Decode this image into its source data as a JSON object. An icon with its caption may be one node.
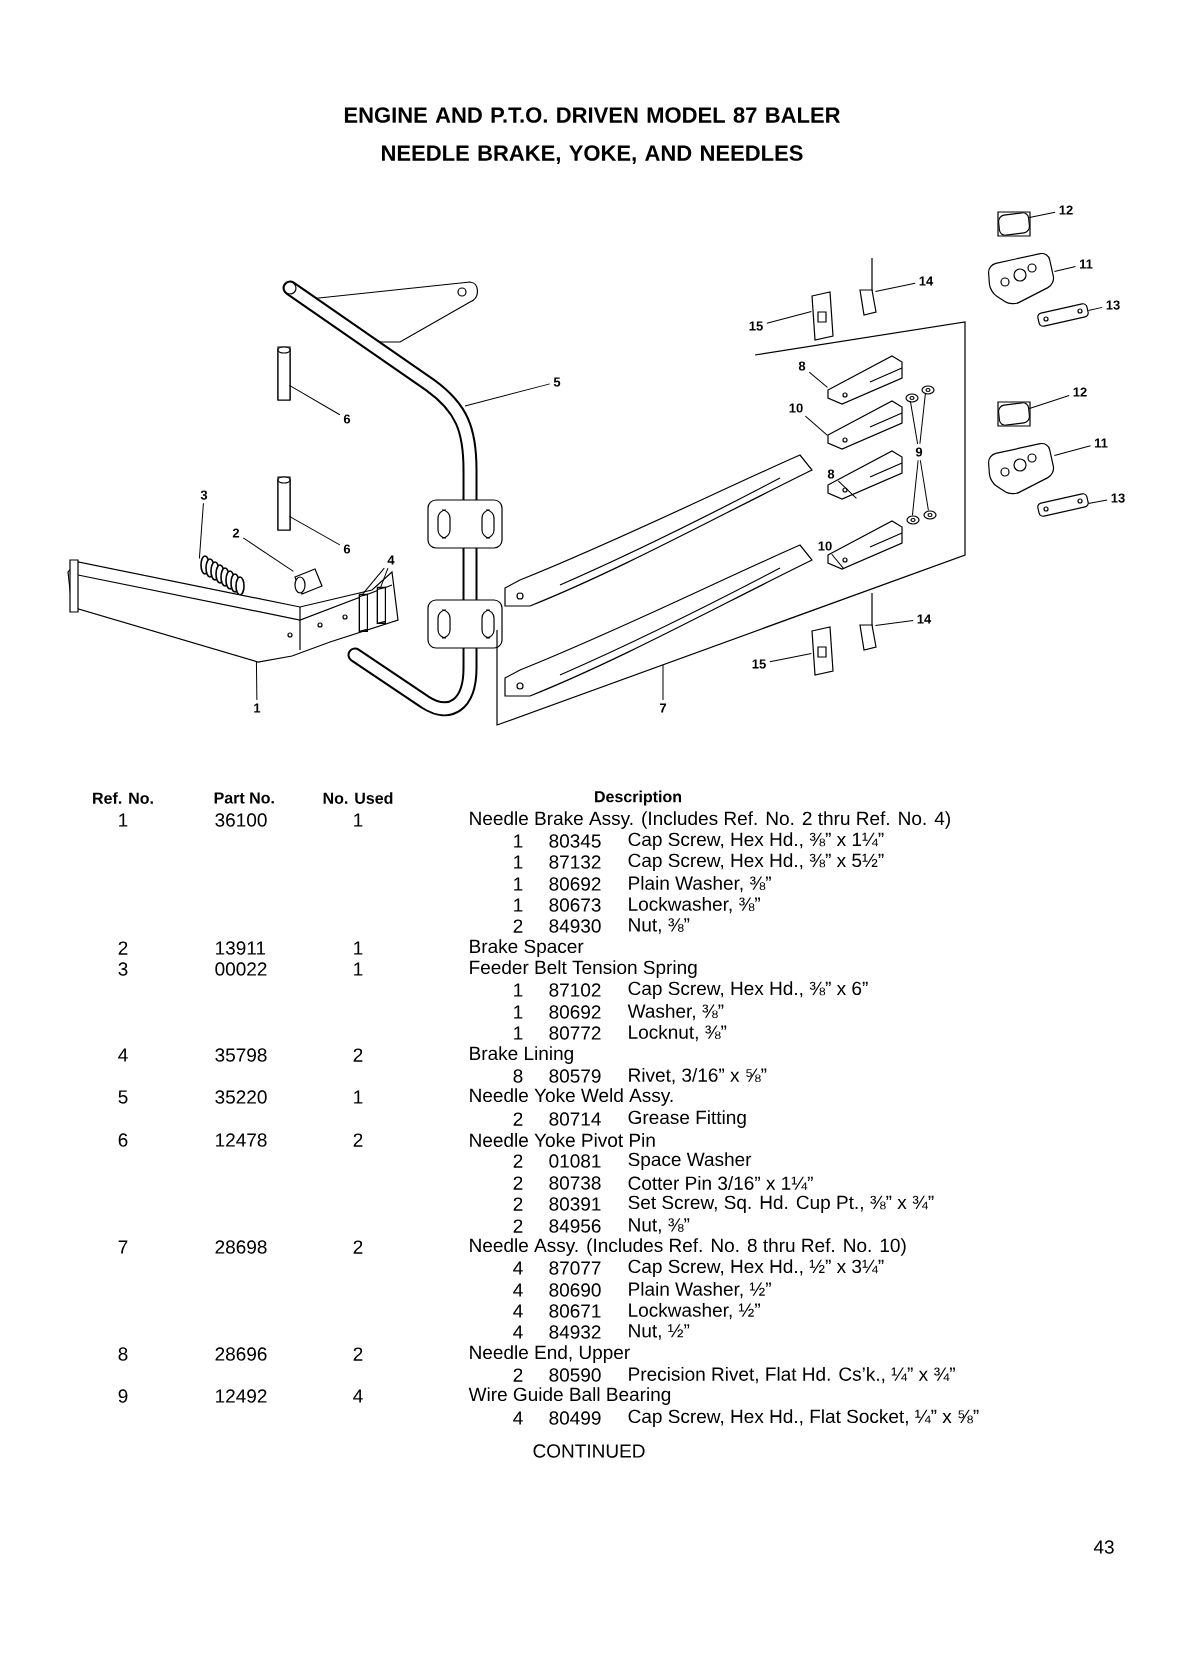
{
  "diagram": {
    "title": "ENGINE AND P.T.O. DRIVEN MODEL 87 BALER NEEDLE BRAKE, YOKE, AND NEEDLES",
    "nodes": [
      {
        "text": [
          "12"
        ]
      },
      {
        "text": [
          "11"
        ]
      },
      {
        "text": [
          "14"
        ]
      },
      {
        "text": [
          "15"
        ]
      },
      {
        "text": [
          "13"
        ]
      },
      {
        "text": [
          "5"
        ]
      },
      {
        "text": [
          "8"
        ]
      },
      {
        "text": [
          "12"
        ]
      },
      {
        "text": [
          "10"
        ]
      },
      {
        "text": [
          "6"
        ]
      },
      {
        "text": [
          "11"
        ]
      },
      {
        "text": [
          "9"
        ]
      },
      {
        "text": [
          "3"
        ]
      },
      {
        "text": [
          "13"
        ]
      },
      {
        "text": [
          "8"
        ]
      },
      {
        "text": [
          "2"
        ]
      },
      {
        "text": [
          "10"
        ]
      },
      {
        "text": [
          "6"
        ]
      },
      {
        "text": [
          "4"
        ]
      },
      {
        "text": [
          "14"
        ]
      },
      {
        "text": [
          "15"
        ]
      },
      {
        "text": [
          "1"
        ]
      },
      {
        "text": [
          "7"
        ]
      },
      {
        "text": [],
        "shape": "box"
      },
      {
        "text": [],
        "shape": "picture"
      },
      {
        "text": [],
        "shape": "picture"
      },
      {
        "text": [],
        "shape": "picture"
      },
      {
        "text": [],
        "shape": "picture"
      },
      {
        "text": [],
        "shape": "picture"
      },
      {
        "text": [],
        "shape": "box"
      },
      {
        "text": [],
        "shape": "picture"
      },
      {
        "text": [],
        "shape": "box"
      },
      {
        "text": [],
        "shape": "picture"
      },
      {
        "text": [],
        "shape": "picture"
      },
      {
        "text": [],
        "shape": "picture"
      },
      {
        "text": [],
        "shape": "picture"
      },
      {
        "text": [],
        "shape": "picture"
      },
      {
        "text": [],
        "shape": "picture"
      },
      {
        "text": [],
        "shape": "picture"
      },
      {
        "text": [],
        "shape": "picture"
      },
      {
        "text": [],
        "shape": "picture"
      },
      {
        "text": [],
        "shape": "picture"
      },
      {
        "text": [],
        "shape": "box"
      },
      {
        "text": [],
        "shape": "picture"
      },
      {
        "text": [],
        "shape": "box",
        "in": 43
      },
      {
        "text": [],
        "shape": "box",
        "in": 43
      },
      {
        "text": [],
        "shape": "picture"
      },
      {
        "text": [],
        "shape": "picture"
      }
    ],
    "edges": [
      {
        "from": 0,
        "to": 23,
        "arrow": "none"
      },
      {
        "from": 1,
        "to": 24,
        "arrow": "none"
      },
      {
        "from": 2,
        "to": 26,
        "arrow": "none"
      },
      {
        "from": 3,
        "to": 27,
        "arrow": "none"
      },
      {
        "from": 4,
        "to": 25,
        "arrow": "none"
      },
      {
        "from": 5,
        "to": null,
        "arrow": "none"
      },
      {
        "from": 6,
        "to": 28,
        "arrow": "none"
      },
      {
        "from": 7,
        "to": 29,
        "arrow": "none"
      },
      {
        "from": 8,
        "to": 30,
        "arrow": "none"
      },
      {
        "from": 9,
        "to": 31,
        "arrow": "none"
      },
      {
        "from": 10,
        "to": 32,
        "arrow": "none"
      },
      {
        "from": 11,
        "to": 34,
        "arrow": "none"
      },
      {
        "from": 11,
        "to": 33,
        "arrow": "none"
      },
      {
        "from": 11,
        "to": 36,
        "arrow": "none"
      },
      {
        "from": 11,
        "to": 35,
        "arrow": "none"
      },
      {
        "from": 12,
        "to": 37,
        "arrow": "none"
      },
      {
        "from": 13,
        "to": 38,
        "arrow": "none"
      },
      {
        "from": 14,
        "to": 39,
        "arrow": "none"
      },
      {
        "from": 15,
        "to": 40,
        "arrow": "none"
      },
      {
        "from": 16,
        "to": 41,
        "arrow": "none"
      },
      {
        "from": 17,
        "to": 42,
        "arrow": "none"
      },
      {
        "from": 18,
        "to": 44,
        "arrow": "none"
      },
      {
        "from": 18,
        "to": 45,
        "arrow": "none"
      },
      {
        "from": 19,
        "to": 46,
        "arrow": "none"
      },
      {
        "from": 20,
        "to": 47,
        "arrow": "none"
      },
      {
        "from": 21,
        "to": 43,
        "arrow": "none"
      },
      {
        "from": 22,
        "to": null,
        "arrow": "none"
      }
    ],
    "labels": [
      "Ref. No.",
      "Part No.",
      "No. Used",
      "Description",
      "1",
      "36100",
      "1",
      "Needle Brake Assy. (Includes Ref. No. 2 thru Ref. No. 4)",
      "1",
      "80345",
      "Cap Screw, Hex Hd., ⅜” x 1¼”",
      "1",
      "87132",
      "Cap Screw, Hex Hd., ⅜” x 5½”",
      "1",
      "80692",
      "Plain Washer, ⅜”",
      "1",
      "80673",
      "Lockwasher, ⅜”",
      "2",
      "84930",
      "Nut, ⅜”",
      "2",
      "13911",
      "1",
      "Brake Spacer",
      "3",
      "00022",
      "1",
      "Feeder Belt Tension Spring",
      "1",
      "87102",
      "Cap Screw, Hex Hd., ⅜” x 6”",
      "1",
      "80692",
      "Washer, ⅜”",
      "1",
      "80772",
      "Locknut, ⅜”",
      "4",
      "35798",
      "2",
      "Brake Lining",
      "8",
      "80579",
      "Rivet, 3/16” x ⅝”",
      "5",
      "35220",
      "1",
      "Needle Yoke Weld Assy.",
      "2",
      "80714",
      "Grease Fitting",
      "6",
      "12478",
      "2",
      "Needle Yoke Pivot Pin",
      "2",
      "01081",
      "Space Washer",
      "2",
      "80738",
      "Cotter Pin 3/16” x 1¼”",
      "2",
      "80391",
      "Set Screw, Sq. Hd. Cup Pt., ⅜” x ¾”",
      "2",
      "84956",
      "Nut, ⅜”",
      "7",
      "28698",
      "2",
      "Needle Assy. (Includes Ref. No. 8 thru Ref. No. 10)",
      "4",
      "87077",
      "Cap Screw, Hex Hd., ½” x 3¼”",
      "4",
      "80690",
      "Plain Washer, ½”",
      "4",
      "80671",
      "Lockwasher, ½”",
      "4",
      "84932",
      "Nut, ½”",
      "8",
      "28696",
      "2",
      "Needle End, Upper",
      "2",
      "80590",
      "Precision Rivet, Flat Hd. Cs’k., ¼” x ¾”",
      "9",
      "12492",
      "4",
      "Wire Guide Ball Bearing",
      "4",
      "80499",
      "Cap Screw, Hex Hd., Flat Socket, ¼” x ⅝”",
      "CONTINUED",
      "43"
    ]
  }
}
